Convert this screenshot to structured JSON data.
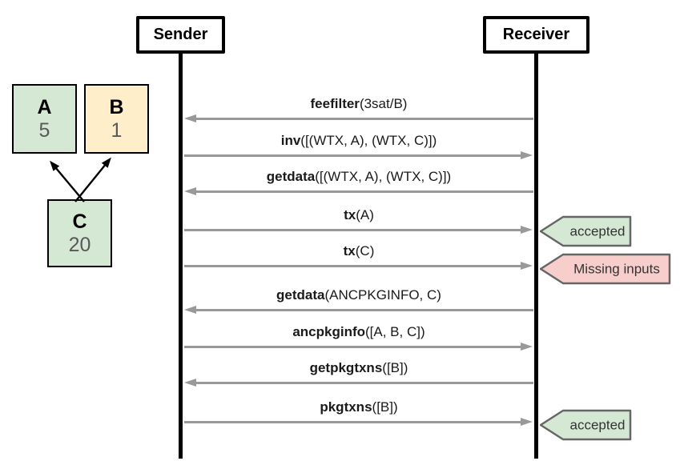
{
  "diagram": {
    "actors": [
      {
        "label": "Sender"
      },
      {
        "label": "Receiver"
      }
    ],
    "messages": [
      {
        "name": "feefilter",
        "args": "(3sat/B)",
        "from": "Receiver",
        "to": "Sender"
      },
      {
        "name": "inv",
        "args": "([(WTX, A), (WTX, C)])",
        "from": "Sender",
        "to": "Receiver"
      },
      {
        "name": "getdata",
        "args": "([(WTX, A), (WTX, C)])",
        "from": "Receiver",
        "to": "Sender"
      },
      {
        "name": "tx",
        "args": "(A)",
        "from": "Sender",
        "to": "Receiver",
        "result": "accepted"
      },
      {
        "name": "tx",
        "args": "(C)",
        "from": "Sender",
        "to": "Receiver",
        "result": "Missing inputs"
      },
      {
        "name": "getdata",
        "args": "(ANCPKGINFO, C)",
        "from": "Receiver",
        "to": "Sender"
      },
      {
        "name": "ancpkginfo",
        "args": "([A, B, C])",
        "from": "Sender",
        "to": "Receiver"
      },
      {
        "name": "getpkgtxns",
        "args": "([B])",
        "from": "Receiver",
        "to": "Sender"
      },
      {
        "name": "pkgtxns",
        "args": "([B])",
        "from": "Sender",
        "to": "Receiver",
        "result": "accepted"
      }
    ]
  },
  "tx_graph": {
    "nodes": [
      {
        "id": "A",
        "fee": "5",
        "fill": "#d5e8d4"
      },
      {
        "id": "B",
        "fee": "1",
        "fill": "#ffeeca"
      },
      {
        "id": "C",
        "fee": "20",
        "fill": "#d5e8d4"
      }
    ],
    "edges": [
      {
        "from": "C",
        "to": "A"
      },
      {
        "from": "C",
        "to": "B"
      }
    ]
  },
  "colors": {
    "accepted_green": "#d5e8d4",
    "rejected_pink": "#f8cecc",
    "node_yellow": "#ffeeca",
    "message_arrow_gray": "#999999",
    "badge_border_gray": "#666666",
    "lifeline_black": "#000000"
  }
}
